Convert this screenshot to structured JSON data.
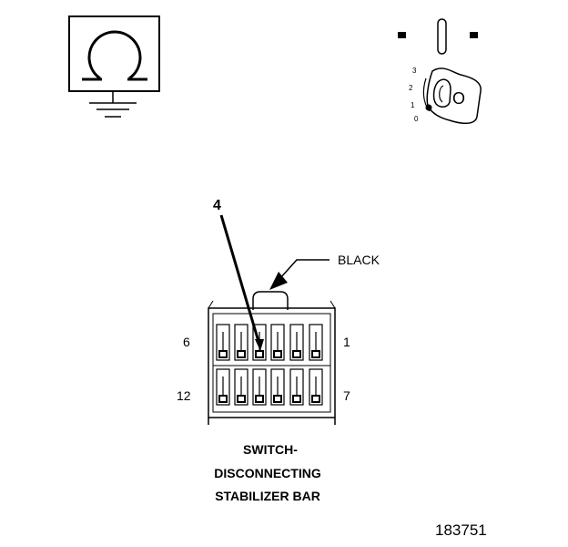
{
  "key_switch": {
    "positions": [
      "3",
      "2",
      "1",
      "0"
    ],
    "key_letter": "O"
  },
  "connector": {
    "callout_number": "4",
    "color_label": "BLACK",
    "pin_labels": {
      "top_left": "6",
      "top_right": "1",
      "bottom_left": "12",
      "bottom_right": "7"
    },
    "caption": [
      "SWITCH-",
      "DISCONNECTING",
      "STABILIZER BAR"
    ]
  },
  "figure_number": "183751"
}
